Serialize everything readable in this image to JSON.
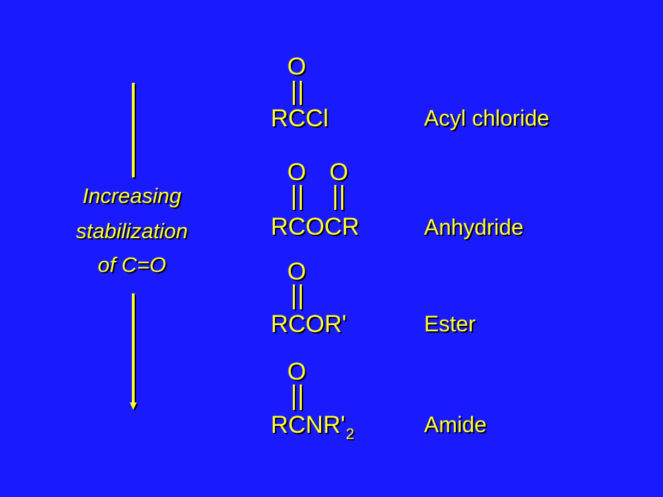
{
  "side_label": {
    "line1": "Increasing",
    "line2": "stabilization",
    "line3": "of C=O"
  },
  "compounds": [
    {
      "oxygens": [
        "O"
      ],
      "formula": "RCCl",
      "subscript": "",
      "name": "Acyl chloride"
    },
    {
      "oxygens": [
        "O",
        "O"
      ],
      "formula": "RCOCR",
      "subscript": "",
      "name": "Anhydride"
    },
    {
      "oxygens": [
        "O"
      ],
      "formula": "RCOR'",
      "subscript": "",
      "name": "Ester"
    },
    {
      "oxygens": [
        "O"
      ],
      "formula": "RCNR'",
      "subscript": "2",
      "name": "Amide"
    }
  ],
  "colors": {
    "background": "#1a1aff",
    "text": "#ffff33",
    "shadow": "#000000"
  }
}
